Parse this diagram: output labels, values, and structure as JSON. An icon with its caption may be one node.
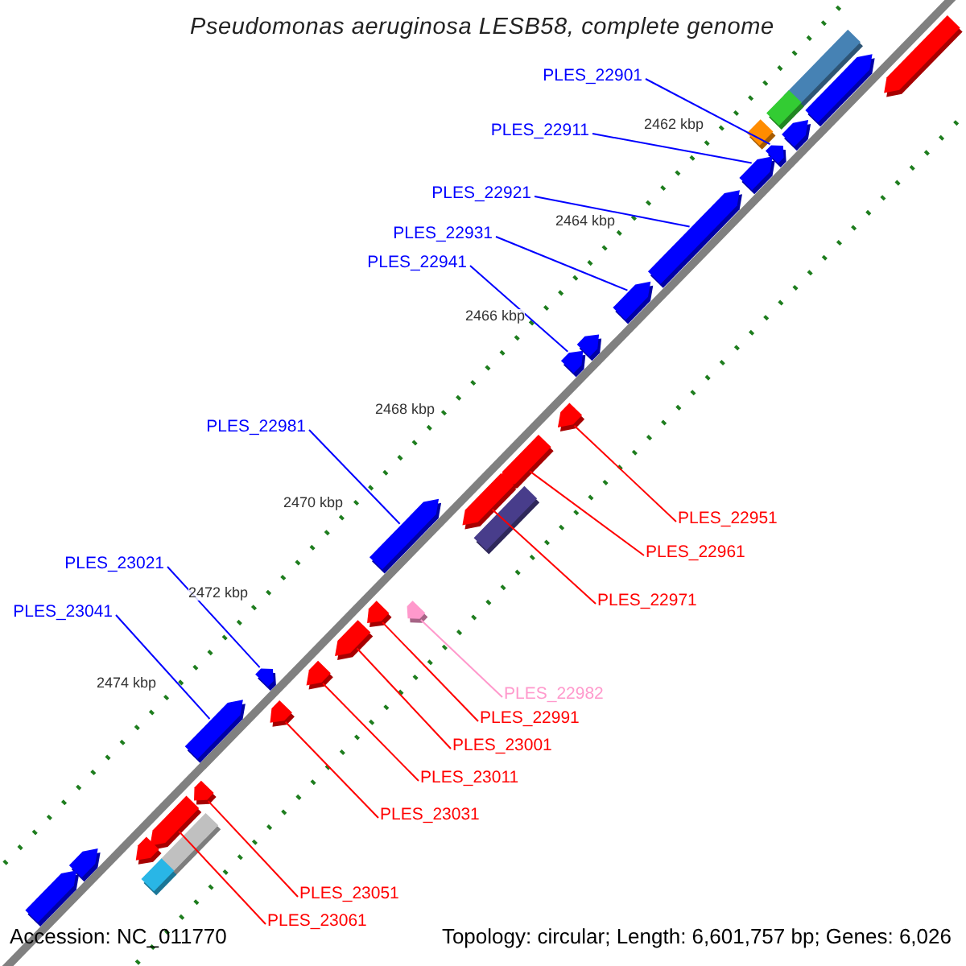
{
  "diagram": {
    "title": "Pseudomonas aeruginosa LESB58, complete genome",
    "nodes": [
      {
        "text": [
          "PLES_22901"
        ]
      },
      {
        "text": [
          "PLES_22911"
        ]
      },
      {
        "text": [
          "PLES_22921"
        ]
      },
      {
        "text": [
          "PLES_22931"
        ]
      },
      {
        "text": [
          "PLES_22941"
        ]
      },
      {
        "text": [
          "PLES_22981"
        ]
      },
      {
        "text": [
          "PLES_22951"
        ]
      },
      {
        "text": [
          "PLES_22961"
        ]
      },
      {
        "text": [
          "PLES_23021"
        ]
      },
      {
        "text": [
          "PLES_22971"
        ]
      },
      {
        "text": [
          "PLES_23041"
        ]
      },
      {
        "text": [
          "PLES_22982"
        ]
      },
      {
        "text": [
          "PLES_22991"
        ]
      },
      {
        "text": [
          "PLES_23001"
        ]
      },
      {
        "text": [
          "PLES_23011"
        ]
      },
      {
        "text": [
          "PLES_23031"
        ]
      },
      {
        "text": [
          "PLES_23051"
        ]
      },
      {
        "text": [
          "PLES_23061"
        ]
      },
      {
        "text": [],
        "shape": "bar"
      },
      {
        "text": [],
        "shape": "bar"
      },
      {
        "text": [],
        "shape": "bar"
      },
      {
        "text": [],
        "shape": "bar"
      },
      {
        "text": [],
        "shape": "bar"
      },
      {
        "text": [],
        "shape": "bar"
      },
      {
        "text": [],
        "shape": "bar"
      },
      {
        "text": [],
        "shape": "bar"
      },
      {
        "text": [],
        "shape": "bar"
      },
      {
        "text": [],
        "shape": "bar"
      },
      {
        "text": [],
        "shape": "bar"
      },
      {
        "text": [],
        "shape": "bar"
      },
      {
        "text": [],
        "shape": "bar"
      },
      {
        "text": [],
        "shape": "bar"
      },
      {
        "text": [],
        "shape": "bar"
      },
      {
        "text": [],
        "shape": "bar"
      },
      {
        "text": [],
        "shape": "bar"
      },
      {
        "text": [],
        "shape": "bar"
      },
      {
        "text": [],
        "shape": "bar"
      },
      {
        "text": [],
        "shape": "bar"
      },
      {
        "text": [],
        "shape": "bar"
      },
      {
        "text": [],
        "shape": "bar"
      },
      {
        "text": [],
        "shape": "bar"
      },
      {
        "text": [],
        "shape": "bar"
      },
      {
        "text": [],
        "shape": "bar"
      },
      {
        "text": [],
        "shape": "bar"
      },
      {
        "text": [],
        "shape": "bar"
      },
      {
        "text": [],
        "shape": "bar"
      },
      {
        "text": [],
        "shape": "bar"
      },
      {
        "text": [],
        "shape": "bar"
      },
      {
        "text": [],
        "shape": "bar"
      }
    ],
    "edges": [
      {
        "from": 0,
        "to": 18,
        "arrow": "none",
        "color": "#0000ff"
      },
      {
        "from": 1,
        "to": 19,
        "arrow": "none",
        "color": "#0000ff"
      },
      {
        "from": 2,
        "to": 20,
        "arrow": "none",
        "color": "#0000ff"
      },
      {
        "from": 3,
        "to": 21,
        "arrow": "none",
        "color": "#0000ff"
      },
      {
        "from": 4,
        "to": 22,
        "arrow": "none",
        "color": "#0000ff"
      },
      {
        "from": 5,
        "to": 23,
        "arrow": "none",
        "color": "#0000ff"
      },
      {
        "from": 6,
        "to": 24,
        "arrow": "none"
      },
      {
        "from": 7,
        "to": 25,
        "arrow": "none"
      },
      {
        "from": 8,
        "to": 26,
        "arrow": "none",
        "color": "#0000ff"
      },
      {
        "from": 9,
        "to": 27,
        "arrow": "none"
      },
      {
        "from": 10,
        "to": 28,
        "arrow": "none",
        "color": "#0000ff"
      },
      {
        "from": 11,
        "to": 29,
        "arrow": "none",
        "color": "#ff99cc"
      },
      {
        "from": 12,
        "to": 30,
        "arrow": "none"
      },
      {
        "from": 13,
        "to": 31,
        "arrow": "none"
      },
      {
        "from": 14,
        "to": 32,
        "arrow": "none"
      },
      {
        "from": 15,
        "to": 33,
        "arrow": "none"
      },
      {
        "from": 16,
        "to": 34,
        "arrow": "none"
      },
      {
        "from": 17,
        "to": 35,
        "arrow": "none"
      }
    ],
    "labels": [
      "2462 kbp",
      "2464 kbp",
      "2466 kbp",
      "2468 kbp",
      "2470 kbp",
      "2472 kbp",
      "2474 kbp",
      "Accession: NC_011770",
      "Topology: circular; Length: 6,601,757 bp; Genes: 6,026"
    ]
  }
}
